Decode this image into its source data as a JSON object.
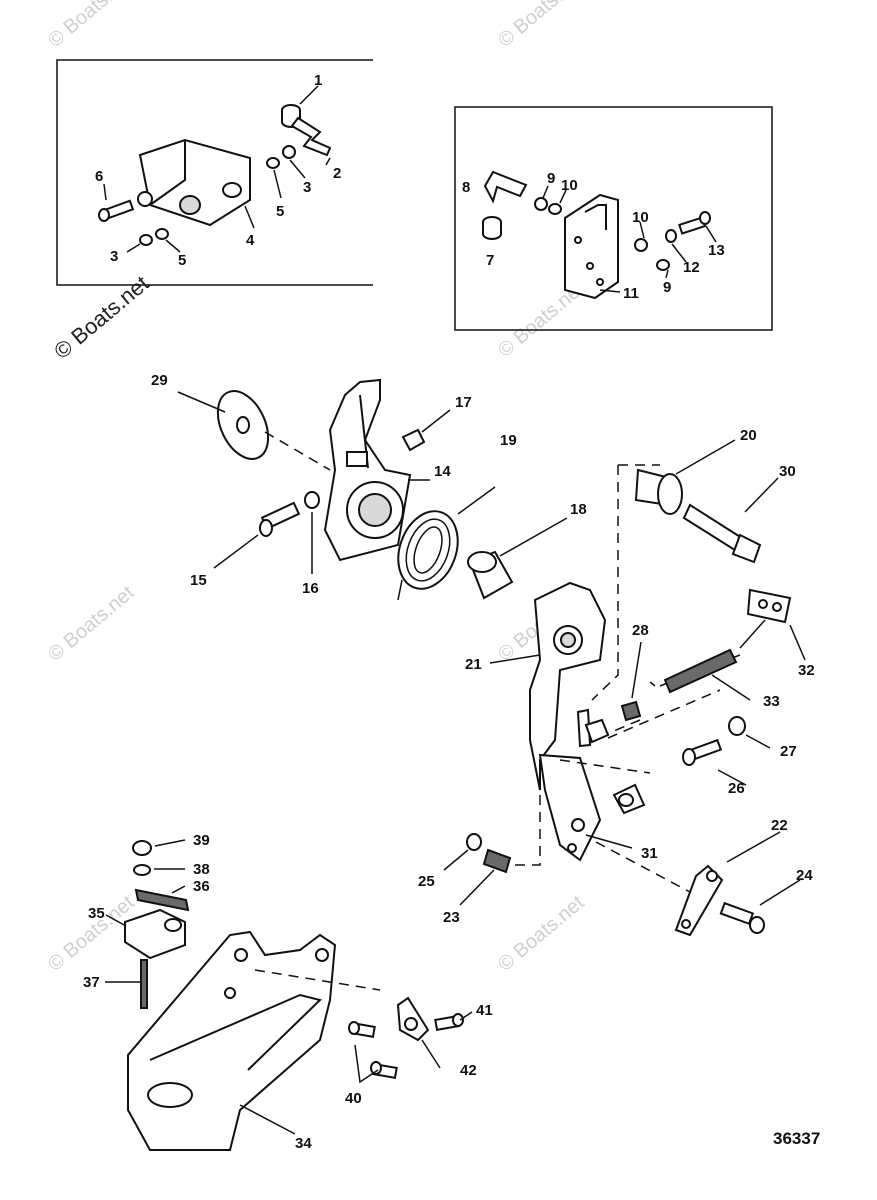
{
  "watermark": "© Boats.net",
  "drawing_number": "36337",
  "callouts": {
    "c1": "1",
    "c2": "2",
    "c3a": "3",
    "c3b": "3",
    "c4": "4",
    "c5a": "5",
    "c5b": "5",
    "c6": "6",
    "c7": "7",
    "c8": "8",
    "c9a": "9",
    "c9b": "9",
    "c10a": "10",
    "c10b": "10",
    "c11": "11",
    "c12": "12",
    "c13": "13",
    "c14": "14",
    "c15": "15",
    "c16": "16",
    "c17": "17",
    "c18": "18",
    "c19": "19",
    "c20": "20",
    "c21": "21",
    "c22": "22",
    "c23": "23",
    "c24": "24",
    "c25": "25",
    "c26": "26",
    "c27": "27",
    "c28": "28",
    "c29": "29",
    "c30": "30",
    "c31": "31",
    "c32": "32",
    "c33": "33",
    "c34": "34",
    "c35": "35",
    "c36": "36",
    "c37": "37",
    "c38": "38",
    "c39": "39",
    "c40": "40",
    "c41": "41",
    "c42": "42"
  }
}
